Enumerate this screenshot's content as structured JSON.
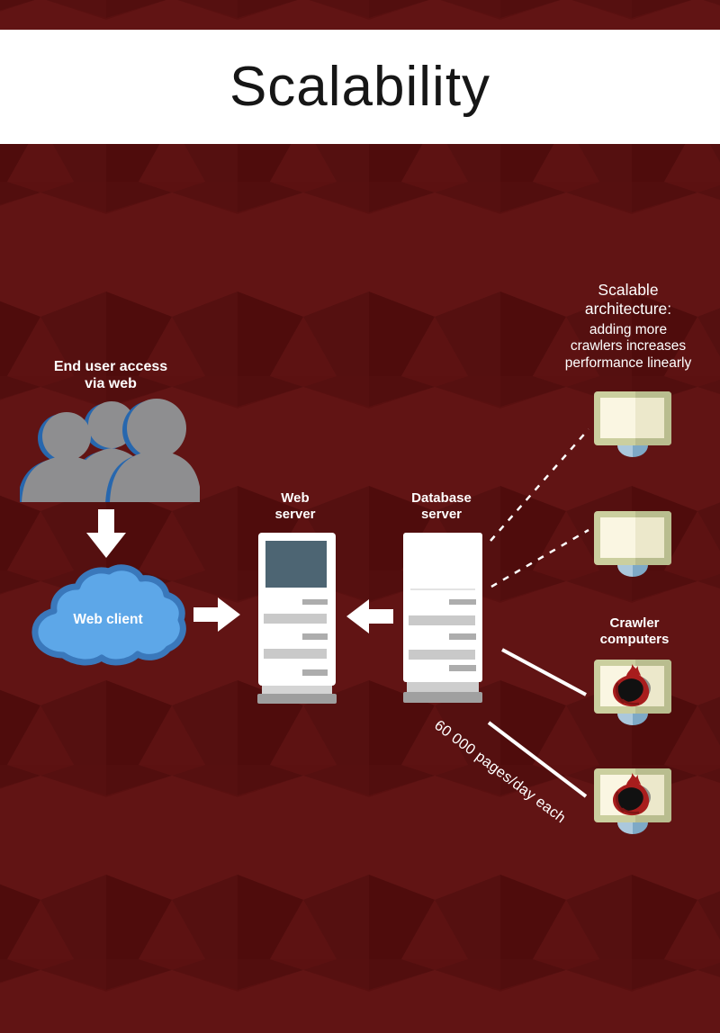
{
  "slide": {
    "title": "Scalability"
  },
  "diagram": {
    "end_user_label": "End user access\nvia web",
    "web_client_label": "Web client",
    "web_server_label": "Web\nserver",
    "database_server_label": "Database\nserver",
    "scalable_heading": "Scalable\narchitecture:",
    "scalable_body": "adding more\ncrawlers increases\nperformance linearly",
    "crawler_computers_label": "Crawler\ncomputers",
    "throughput_label": "60 000 pages/day each",
    "icons": {
      "end_users": "users-silhouette-icon",
      "flow_down": "arrow-down-icon",
      "flow_right": "arrow-right-icon",
      "flow_left": "arrow-left-icon",
      "web_client": "cloud-icon",
      "web_server": "server-tower-icon",
      "database_server": "server-tower-icon",
      "scalable_nodes": "monitor-icon",
      "crawler_nodes": "monitor-flame-icon"
    },
    "connections": [
      {
        "from": "database-server",
        "to": "scalable-monitor-1",
        "style": "dashed"
      },
      {
        "from": "database-server",
        "to": "scalable-monitor-2",
        "style": "dashed"
      },
      {
        "from": "database-server",
        "to": "crawler-monitor-1",
        "style": "solid"
      },
      {
        "from": "database-server",
        "to": "crawler-monitor-2",
        "style": "solid",
        "label": "60 000 pages/day each"
      }
    ],
    "colors": {
      "background": "#5a1010",
      "title_band": "#ffffff",
      "title_text": "#161616",
      "text": "#ffffff",
      "cloud_fill": "#5da7e8",
      "cloud_border": "#3a78bb",
      "people_gray": "#8e8e90",
      "people_blue_shadow": "#2767ae",
      "server_body": "#ffffff",
      "server_screen": "#4d6573",
      "monitor_bezel": "#cbcf9f",
      "monitor_screen": "#faf6e2",
      "monitor_stand": "#7ea9c6",
      "flame_red": "#a81d1d"
    }
  }
}
